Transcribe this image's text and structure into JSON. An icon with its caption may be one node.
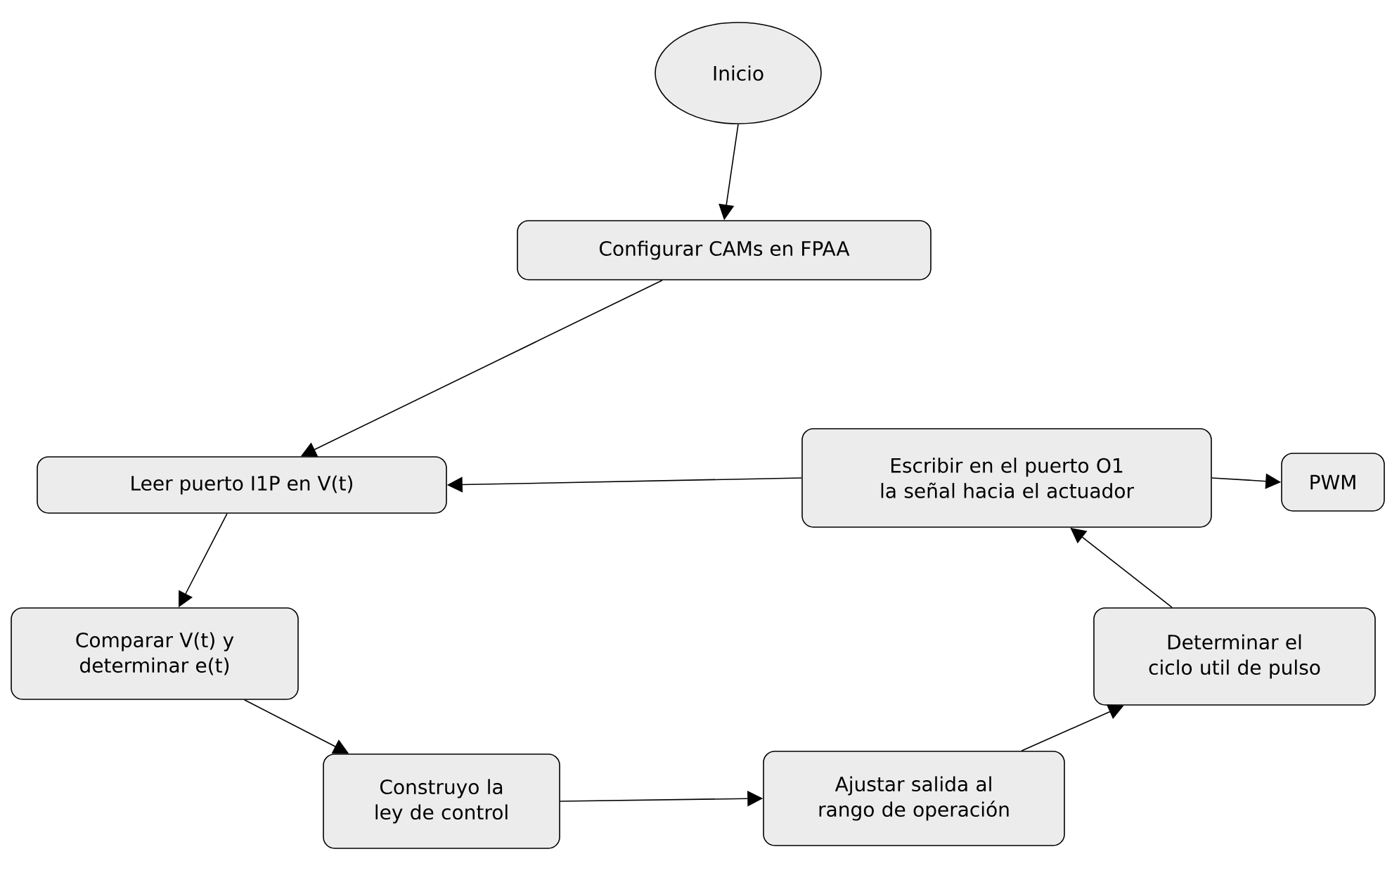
{
  "diagram": {
    "nodes": [
      {
        "text": [
          "Inicio"
        ]
      },
      {
        "text": [
          "Configurar CAMs en FPAA"
        ]
      },
      {
        "text": [
          "Leer puerto I1P en V(t)"
        ]
      },
      {
        "text": [
          "Escribir en el puerto O1 la señal hacia el actuador"
        ]
      },
      {
        "text": [
          "PWM"
        ]
      },
      {
        "text": [
          "Comparar V(t) y determinar e(t)"
        ]
      },
      {
        "text": [
          "Determinar el ciclo util de pulso"
        ]
      },
      {
        "text": [
          "Construyo la ley de control"
        ]
      },
      {
        "text": [
          "Ajustar salida al rango de operación"
        ]
      }
    ],
    "edges": [
      {
        "from": 0,
        "to": 1,
        "arrow": "to"
      },
      {
        "from": 1,
        "to": 2,
        "arrow": "to"
      },
      {
        "from": 3,
        "to": 2,
        "arrow": "to"
      },
      {
        "from": 3,
        "to": 4,
        "arrow": "to"
      },
      {
        "from": 2,
        "to": 5,
        "arrow": "to"
      },
      {
        "from": 5,
        "to": 7,
        "arrow": "to"
      },
      {
        "from": 7,
        "to": 8,
        "arrow": "to"
      },
      {
        "from": 8,
        "to": 6,
        "arrow": "to"
      },
      {
        "from": 6,
        "to": 3,
        "arrow": "to"
      }
    ]
  }
}
